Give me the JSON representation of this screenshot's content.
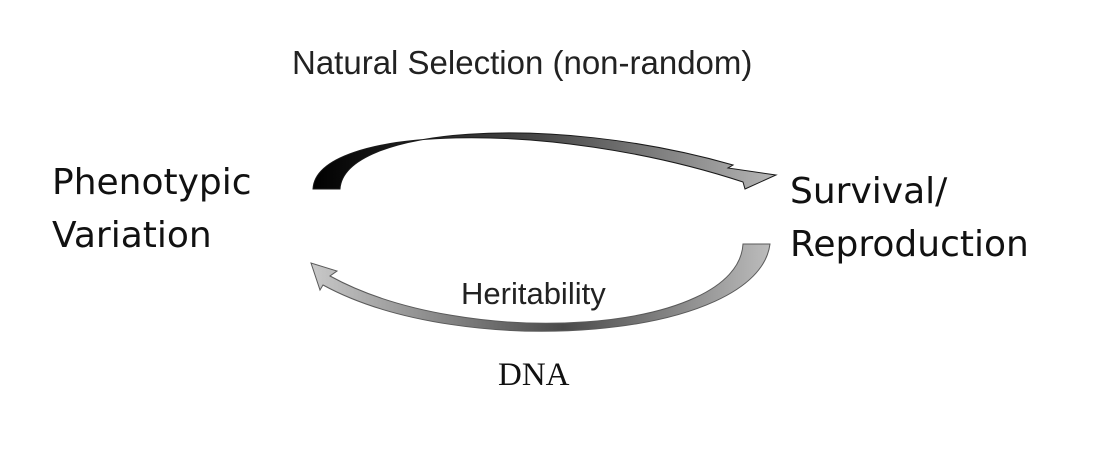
{
  "diagram": {
    "top_label": "Natural Selection (non-random)",
    "left_label": [
      "Phenotypic",
      "Variation"
    ],
    "right_label": [
      "Survival/",
      "Reproduction"
    ],
    "middle_label": "Heritability",
    "bottom_label": "DNA"
  }
}
